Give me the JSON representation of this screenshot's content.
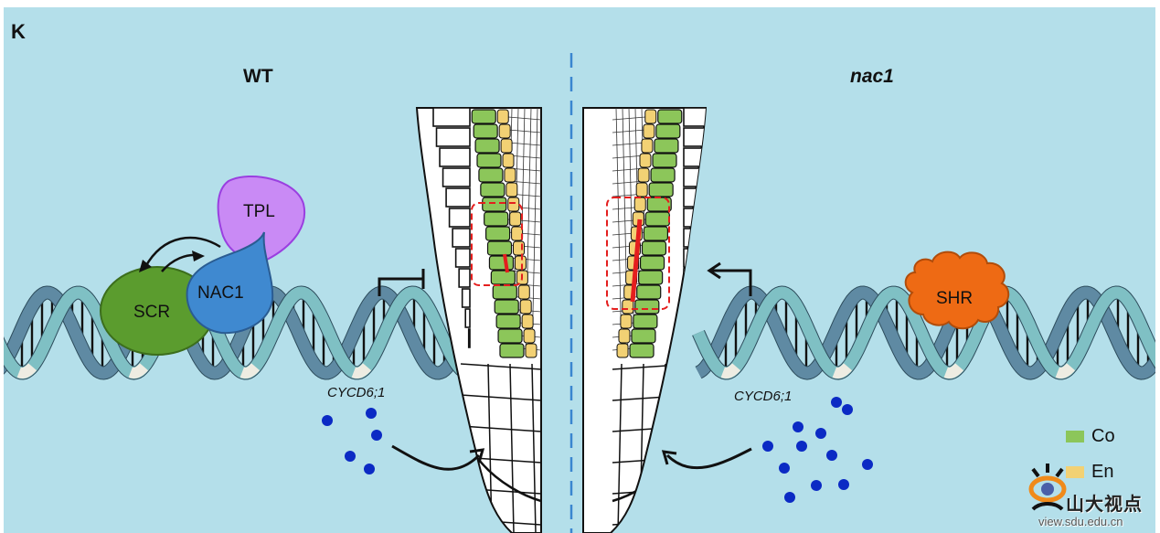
{
  "figure": {
    "panel_letter": "K",
    "left_condition": "WT",
    "right_condition": "nac1",
    "background_color": "#b4dfea"
  },
  "left": {
    "proteins": [
      {
        "name": "TPL",
        "color": "#c98af5"
      },
      {
        "name": "NAC1",
        "color": "#3f89d0"
      },
      {
        "name": "SCR",
        "color": "#5b9c2e"
      }
    ],
    "regulation": "repression",
    "gene_label": "CYCD6;1",
    "dot_count": 5
  },
  "right": {
    "proteins": [
      {
        "name": "SHR",
        "color": "#ee6a14"
      }
    ],
    "regulation": "activation",
    "gene_label": "CYCD6;1",
    "dot_count": 12
  },
  "legend": [
    {
      "label": "Co",
      "color": "#8cc65a"
    },
    {
      "label": "En",
      "color": "#f2d174"
    }
  ],
  "watermark": {
    "text": "山大视点",
    "url": "view.sdu.edu.cn"
  },
  "colors": {
    "cortex": "#8cc65a",
    "endodermis": "#f2d174",
    "highlight": "#e41e1e",
    "dots": "#0b2ac4",
    "divider": "#3a86cf",
    "dna_dark": "#5f8aa3",
    "dna_light": "#7fc0c4",
    "dna_pale": "#eeece2"
  }
}
